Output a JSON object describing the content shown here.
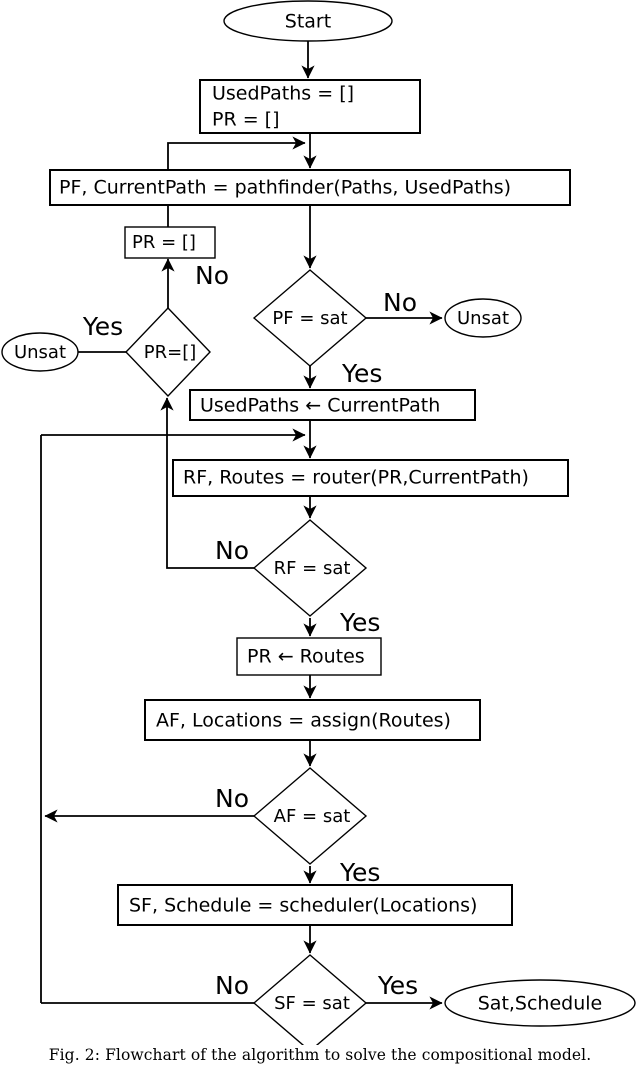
{
  "figure": {
    "caption": "Fig. 2: Flowchart of the algorithm to solve the compositional model.",
    "stroke_color": "#000000",
    "fill_color": "#ffffff"
  },
  "nodes": {
    "start": {
      "label": "Start",
      "shape": "ellipse"
    },
    "init": {
      "line1": "UsedPaths = []",
      "line2": "PR = []",
      "shape": "process"
    },
    "pathfinder": {
      "label": "PF, CurrentPath = pathfinder(Paths, UsedPaths)",
      "shape": "process"
    },
    "pr_reset": {
      "label": "PR = []",
      "shape": "process"
    },
    "pf_sat": {
      "label": "PF = sat",
      "shape": "decision"
    },
    "unsat_right": {
      "label": "Unsat",
      "shape": "ellipse"
    },
    "pr_empty": {
      "label": "PR=[]",
      "shape": "decision"
    },
    "unsat_left": {
      "label": "Unsat",
      "shape": "ellipse"
    },
    "usedpaths_append": {
      "label": "UsedPaths ← CurrentPath",
      "shape": "process"
    },
    "router": {
      "label": "RF, Routes = router(PR,CurrentPath)",
      "shape": "process"
    },
    "rf_sat": {
      "label": "RF = sat",
      "shape": "decision"
    },
    "pr_assign": {
      "label": "PR ← Routes",
      "shape": "process"
    },
    "assign": {
      "label": "AF, Locations = assign(Routes)",
      "shape": "process"
    },
    "af_sat": {
      "label": "AF = sat",
      "shape": "decision"
    },
    "scheduler": {
      "label": "SF, Schedule = scheduler(Locations)",
      "shape": "process"
    },
    "sf_sat": {
      "label": "SF = sat",
      "shape": "decision"
    },
    "sat_schedule": {
      "label": "Sat,Schedule",
      "shape": "ellipse"
    }
  },
  "edge_labels": {
    "pf_no": "No",
    "pf_yes": "Yes",
    "pr_empty_no": "No",
    "pr_empty_yes": "Yes",
    "rf_no": "No",
    "rf_yes": "Yes",
    "af_no": "No",
    "af_yes": "Yes",
    "sf_no": "No",
    "sf_yes": "Yes"
  }
}
